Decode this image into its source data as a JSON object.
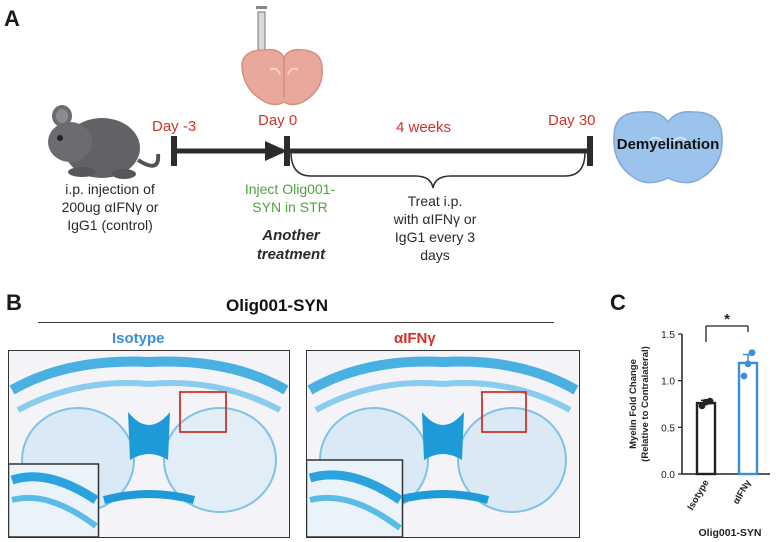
{
  "panel_a": {
    "label": "A",
    "timeline": {
      "day_minus3": "Day -3",
      "day0": "Day 0",
      "duration": "4  weeks",
      "day30": "Day 30"
    },
    "mouse_caption": [
      "i.p. injection of",
      "200ug αIFNγ or",
      "IgG1 (control)"
    ],
    "inject_caption": [
      "Inject Olig001-",
      "SYN in STR"
    ],
    "another_treatment": [
      "Another",
      "treatment"
    ],
    "treat_caption": [
      "Treat i.p.",
      "with αIFNγ or",
      "IgG1 every 3",
      "days"
    ],
    "outcome": "Demyelination"
  },
  "panel_b": {
    "label": "B",
    "title": "Olig001-SYN",
    "left_label": "Isotype",
    "right_label": "αIFNγ"
  },
  "panel_c": {
    "label": "C",
    "significance": "*",
    "xgroup_label": "Olig001-SYN"
  },
  "colors": {
    "timeline_red": "#d3312a",
    "inject_green": "#4aa63a",
    "isotype_blue": "#3a8fd6",
    "ifn_red": "#d3312a",
    "brain_pink": "#e8a89c",
    "brain_blue": "#9cc3ec",
    "stain_blue": "#2aa3de"
  },
  "chart_data": {
    "type": "bar",
    "categories": [
      "Isotype",
      "αIFNγ"
    ],
    "values": [
      0.76,
      1.19
    ],
    "errors": [
      0.03,
      0.09
    ],
    "points": [
      [
        0.73,
        0.77,
        0.78
      ],
      [
        1.05,
        1.18,
        1.3
      ]
    ],
    "bar_colors": [
      "#222222",
      "#3a8fd6"
    ],
    "ylabel": "Myelin Fold Change\n(Relative to Contralateral)",
    "ylim": [
      0,
      1.5
    ],
    "yticks": [
      "0.0",
      "0.5",
      "1.0",
      "1.5"
    ],
    "xlabel": "Olig001-SYN"
  }
}
